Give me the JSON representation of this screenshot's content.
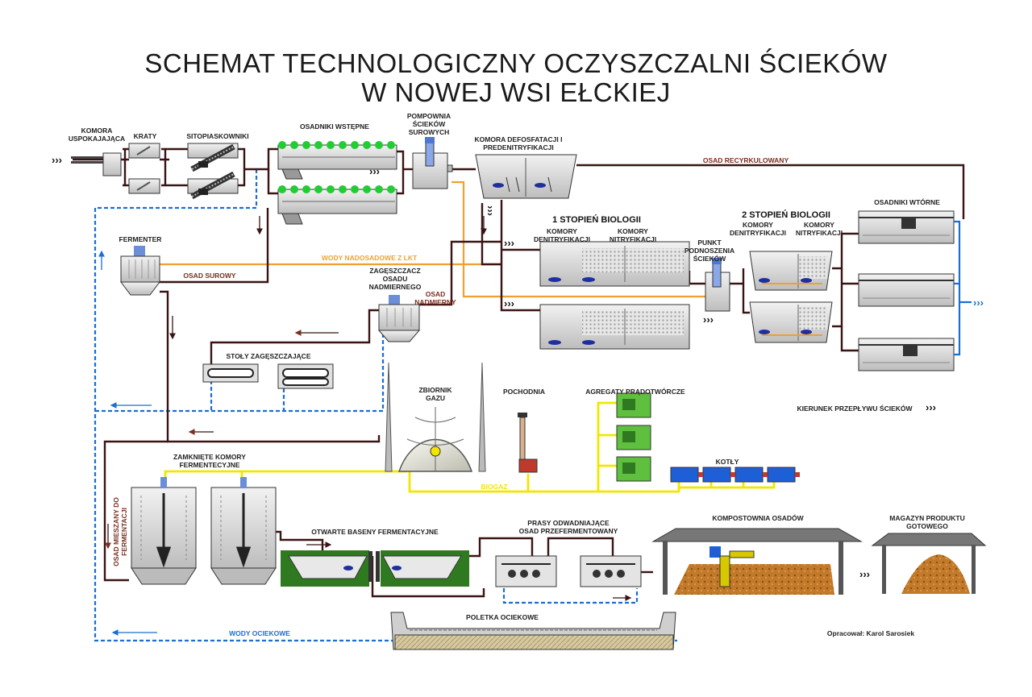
{
  "title": {
    "line1": "SCHEMAT TECHNOLOGICZNY OCZYSZCZALNI ŚCIEKÓW",
    "line2": "W NOWEJ WSI EŁCKIEJ"
  },
  "labels": {
    "komora_1": "KOMORA",
    "komora_2": "USPOKAJAJĄCA",
    "kraty": "KRATY",
    "sitopiaskowniki": "SITOPIASKOWNIKI",
    "osadniki_wstepne": "OSADNIKI WSTĘPNE",
    "pompownia_1": "POMPOWNIA",
    "pompownia_2": "ŚCIEKÓW",
    "pompownia_3": "SUROWYCH",
    "defosfatacja_1": "KOMORA DEFOSFATACJI I",
    "defosfatacja_2": "PREDENITRYFIKACJI",
    "osad_recyrkulowany": "OSAD RECYRKULOWANY",
    "osadniki_wtorne": "OSADNIKI WTÓRNE",
    "stopien1": "1 STOPIEŃ BIOLOGII",
    "stopien2": "2 STOPIEŃ BIOLOGII",
    "komory_denitr_1a": "KOMORY",
    "komory_denitr_1b": "DENITRYFIKACJI",
    "komory_nitr_1a": "KOMORY",
    "komory_nitr_1b": "NITRYFIKACJI",
    "komory_denitr_2a": "KOMORY",
    "komory_denitr_2b": "DENITRYFIKACJI",
    "komory_nitr_2a": "KOMORY",
    "komory_nitr_2b": "NITRYFIKACJI",
    "punkt_1": "PUNKT",
    "punkt_2": "PODNOSZENIA",
    "punkt_3": "ŚCIEKÓW",
    "fermenter": "FERMENTER",
    "wody_nadosadowe": "WODY NADOSADOWE Z LKT",
    "osad_surowy": "OSAD SUROWY",
    "zageszczacz_1": "ZAGĘSZCZACZ",
    "zageszczacz_2": "OSADU",
    "zageszczacz_3": "NADMIERNEGO",
    "osad_nadmierny_1": "OSAD",
    "osad_nadmierny_2": "NADMIERNY",
    "stoly": "STOŁY  ZAGĘSZCZAJĄCE",
    "zbiornik_1": "ZBIORNIK",
    "zbiornik_2": "GAZU",
    "pochodnia": "POCHODNIA",
    "agregaty": "AGREGATY PRĄDOTWÓRCZE",
    "kierunek": "KIERUNEK PRZEPŁYWU ŚCIEKÓW",
    "zamkniete_1": "ZAMKNIĘTE KOMORY",
    "zamkniete_2": "FERMENTECYJNE",
    "kotly": "KOTŁY",
    "biogaz": "BIOGAZ",
    "otwarte": "OTWARTE BASENY FERMENTACYJNE",
    "prasy_1": "PRASY ODWADNIAJĄCE",
    "prasy_2": "OSAD PRZEFERMENTOWANY",
    "kompostownia": "KOMPOSTOWNIA OSADÓW",
    "magazyn_1": "MAGAZYN PRODUKTU",
    "magazyn_2": "GOTOWEGO",
    "osad_mieszany_1": "OSAD MIESZANY DO",
    "osad_mieszany_2": "FERMENTACJI",
    "wody_ociekowe": "WODY OCIEKOWE",
    "poletka": "POLETKA OCIEKOWE",
    "opracowal": "Opracował: Karol Sarosiek"
  },
  "colors": {
    "process_line": "#3a1414",
    "sludge_label": "#7a2e1e",
    "water_orange": "#f0a030",
    "biogas_yellow": "#f2e600",
    "drain_blue": "#1a6fd0",
    "outflow_blue": "#1a6fd0",
    "tank_grey": "#c8c8c8",
    "foam_green": "#22cc33",
    "generator_green": "#5fbf3f",
    "boiler_blue": "#1e5fd8"
  },
  "icons": {
    "flow_arrow": "triple-chevron-arrow",
    "mixer": "propeller-mixer-icon"
  }
}
